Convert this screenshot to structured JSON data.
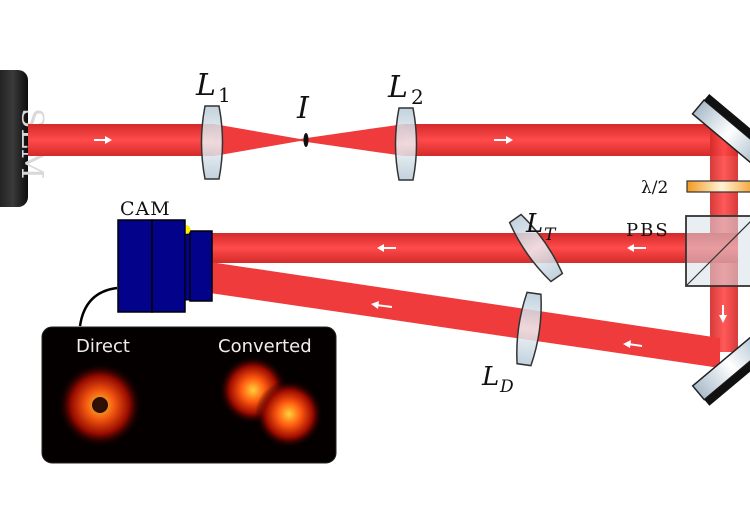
{
  "diagram": {
    "type": "optical-setup",
    "components": {
      "slm": {
        "label": "SLM"
      },
      "lens1": {
        "label": "L",
        "subscript": "1"
      },
      "iris": {
        "label": "I"
      },
      "lens2": {
        "label": "L",
        "subscript": "2"
      },
      "half_wave_plate": {
        "label": "λ/2"
      },
      "pbs": {
        "label": "PBS"
      },
      "lens_t": {
        "label": "L",
        "subscript": "T"
      },
      "lens_d": {
        "label": "L",
        "subscript": "D"
      },
      "camera": {
        "label": "CAM"
      }
    },
    "inset": {
      "panels": [
        {
          "label": "Direct"
        },
        {
          "label": "Converted"
        }
      ]
    },
    "colors": {
      "beam": "#ef3b3b",
      "lens_fill": "#c8d6e0",
      "camera": "#02028a",
      "camera_led": "#ffee00",
      "wave_plate": "#f7a530",
      "inset_bg": "#050000",
      "slm_body": "#1a1a1a"
    }
  }
}
